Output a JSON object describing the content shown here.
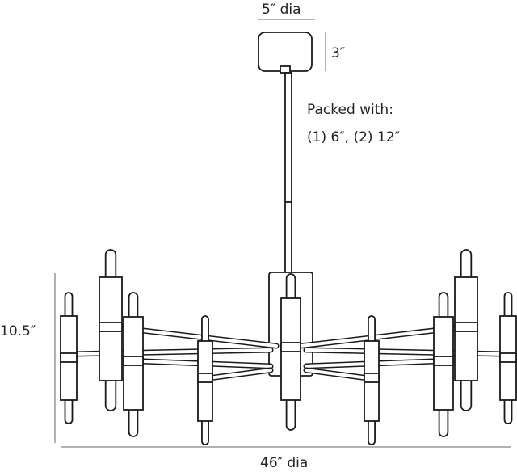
{
  "dimensions": {
    "canopy_diameter": "5″ dia",
    "canopy_height": "3″",
    "fixture_height": "10.5″",
    "fixture_diameter": "46″ dia"
  },
  "packing_note": {
    "title": "Packed with:",
    "detail": "(1) 6″, (2) 12″"
  }
}
